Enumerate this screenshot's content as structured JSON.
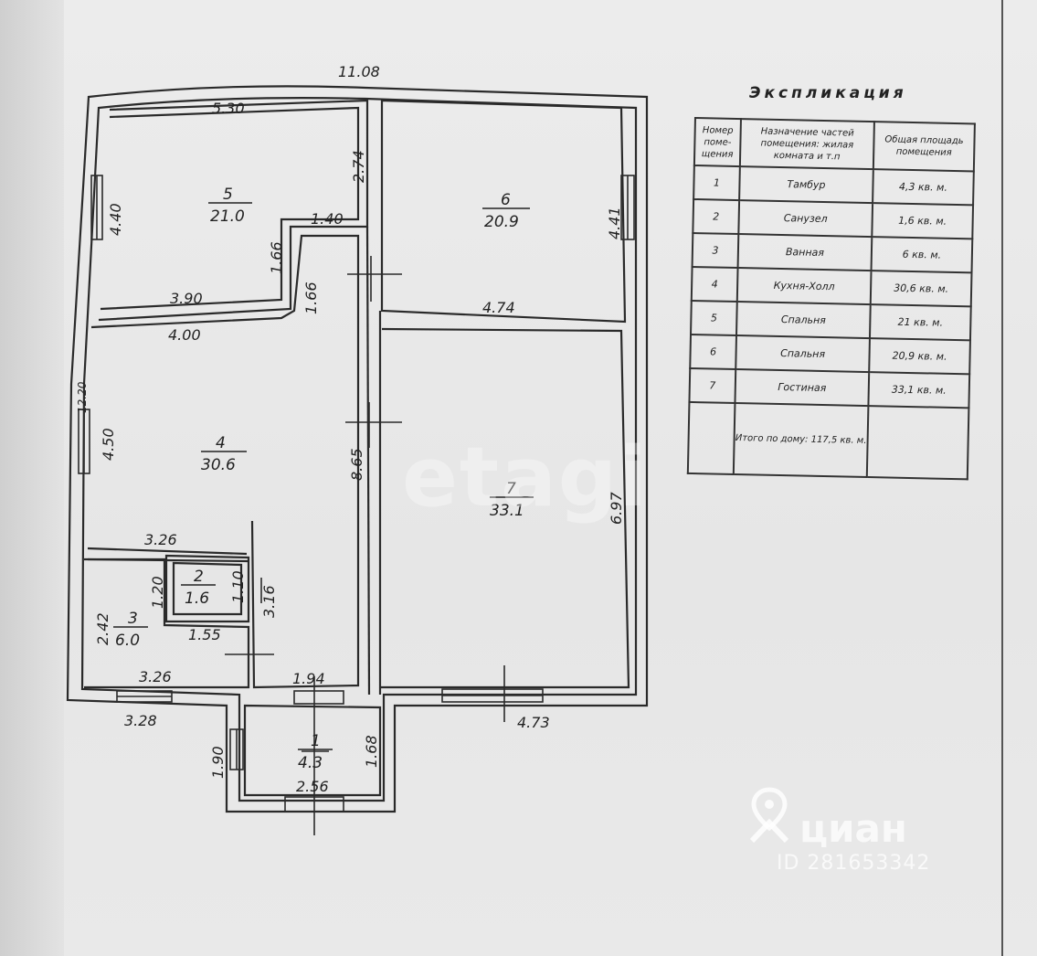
{
  "plan": {
    "dims": {
      "top_total": "11.08",
      "r5_top": "5.30",
      "r5_right": "2.74",
      "r5_left": "4.40",
      "r5_step": "1.40",
      "step_v1": "1.66",
      "step_v2": "1.66",
      "r5_bottom": "3.90",
      "r4_top": "4.00",
      "r4_left": "4.50",
      "left_partial": "12.20",
      "r6_right": "4.41",
      "r6_bottom": "4.74",
      "corridor": "8.65",
      "r7_right": "6.97",
      "r4_bottom": "3.26",
      "r2_left": "1.20",
      "r2_right": "1.10",
      "r2_side": "3.16",
      "r3_left": "2.42",
      "r2_bottom": "1.55",
      "r3_bottom": "3.26",
      "r1_top": "1.94",
      "outer_bottom_left": "3.28",
      "r1_left": "1.90",
      "r1_right": "1.68",
      "r1_bottom": "2.56",
      "r7_bottom": "4.73"
    },
    "rooms": [
      {
        "num": "1",
        "area": "4.3"
      },
      {
        "num": "2",
        "area": "1.6"
      },
      {
        "num": "3",
        "area": "6.0"
      },
      {
        "num": "4",
        "area": "30.6"
      },
      {
        "num": "5",
        "area": "21.0"
      },
      {
        "num": "6",
        "area": "20.9"
      },
      {
        "num": "7",
        "area": "33.1"
      }
    ]
  },
  "explication": {
    "title": "Экспликация",
    "headers": {
      "num": "Номер поме-щения",
      "purpose": "Назначение частей помещения: жилая комната и т.п",
      "area": "Общая площадь помещения"
    },
    "rows": [
      {
        "num": "1",
        "name": "Тамбур",
        "area": "4,3 кв. м."
      },
      {
        "num": "2",
        "name": "Санузел",
        "area": "1,6 кв. м."
      },
      {
        "num": "3",
        "name": "Ванная",
        "area": "6 кв. м."
      },
      {
        "num": "4",
        "name": "Кухня-Холл",
        "area": "30,6 кв. м."
      },
      {
        "num": "5",
        "name": "Спальня",
        "area": "21 кв. м."
      },
      {
        "num": "6",
        "name": "Спальня",
        "area": "20,9 кв. м."
      },
      {
        "num": "7",
        "name": "Гостиная",
        "area": "33,1 кв. м."
      }
    ],
    "total": "Итого по дому: 117,5 кв. м."
  },
  "watermarks": {
    "etagi": "etagi",
    "cian_brand": "циан",
    "cian_id": "ID 281653342"
  },
  "colors": {
    "ink": "#222222",
    "paper": "#e9e9e9"
  }
}
